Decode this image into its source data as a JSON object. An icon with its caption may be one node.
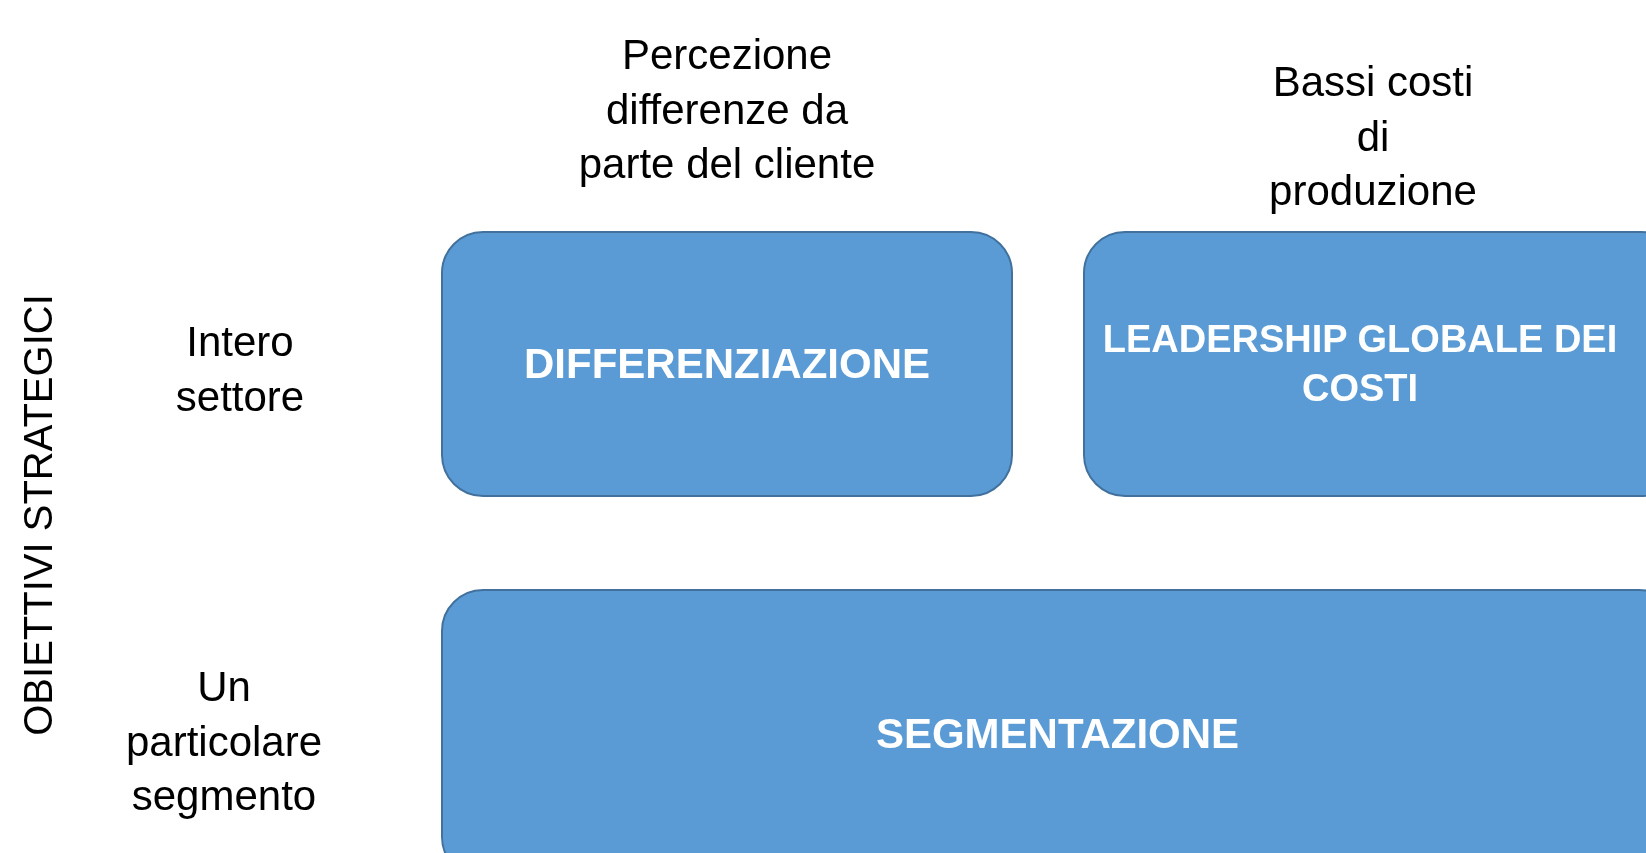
{
  "diagram": {
    "nodes": [
      {
        "text": [
          "DIFFERENZIAZIONE"
        ]
      },
      {
        "text": [
          "LEADERSHIP GLOBALE DEI COSTI"
        ]
      },
      {
        "text": [
          "SEGMENTAZIONE"
        ]
      }
    ],
    "labels": [
      "Percezione differenze da parte del cliente",
      "Bassi costi di produzione",
      "OBIETTIVI STRATEGICI",
      "Intero settore",
      "Un particolare segmento"
    ]
  }
}
